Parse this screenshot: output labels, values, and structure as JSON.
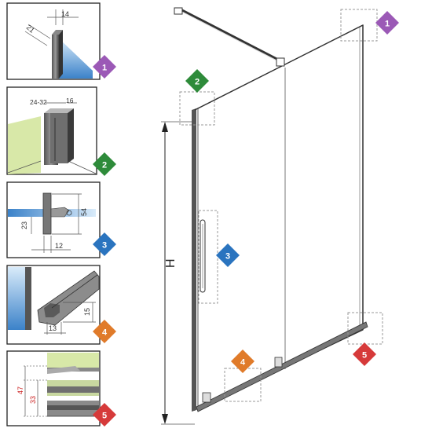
{
  "colors": {
    "purple": "#9b59b6",
    "green": "#2e8b3a",
    "blue": "#2a74bf",
    "orange": "#e07b2a",
    "red": "#d63a3a",
    "glass": "#4a90d9",
    "wall": "#d8e8a8",
    "frame": "#444444",
    "dim": "#555555",
    "dim_red": "#cc2222"
  },
  "badges": [
    "1",
    "2",
    "3",
    "4",
    "5"
  ],
  "detail1": {
    "dim_a": "21",
    "dim_b": "14"
  },
  "detail2": {
    "dim_a": "24-32",
    "dim_b": "16"
  },
  "detail3": {
    "dim_a": "54",
    "dim_b": "23",
    "dim_c": "12"
  },
  "detail4": {
    "dim_a": "15",
    "dim_b": "13"
  },
  "detail5": {
    "dim_a": "47",
    "dim_b": "33"
  },
  "main": {
    "height_label": "H"
  }
}
